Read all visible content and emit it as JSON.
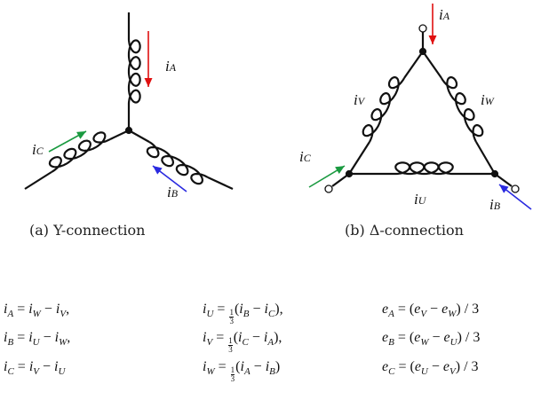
{
  "y_connection": {
    "caption": "(a) Y-connection",
    "labels": [
      {
        "v": "i",
        "s": "A"
      },
      {
        "v": "i",
        "s": "B"
      },
      {
        "v": "i",
        "s": "C"
      }
    ]
  },
  "delta_connection": {
    "caption": "(b) Δ-connection",
    "labels": [
      {
        "v": "i",
        "s": "A"
      },
      {
        "v": "i",
        "s": "B"
      },
      {
        "v": "i",
        "s": "C"
      },
      {
        "v": "i",
        "s": "U"
      },
      {
        "v": "i",
        "s": "V"
      },
      {
        "v": "i",
        "s": "W"
      }
    ]
  },
  "colors": {
    "A": "#e01010",
    "B": "#2a2ae0",
    "C": "#1a9a40",
    "wire": "#111111"
  },
  "equations": [
    [
      [
        [
          "i",
          "A"
        ],
        "=",
        [
          "i",
          "W"
        ],
        "−",
        [
          "i",
          "V"
        ],
        ","
      ],
      [
        [
          "i",
          "B"
        ],
        "=",
        [
          "i",
          "U"
        ],
        "−",
        [
          "i",
          "W"
        ],
        ","
      ],
      [
        [
          "i",
          "C"
        ],
        "=",
        [
          "i",
          "V"
        ],
        "−",
        [
          "i",
          "U"
        ]
      ]
    ],
    [
      [
        [
          "i",
          "U"
        ],
        "=",
        {
          "frac": [
            "1",
            "3"
          ]
        },
        "(",
        [
          "i",
          "B"
        ],
        "−",
        [
          "i",
          "C"
        ],
        "),"
      ],
      [
        [
          "i",
          "V"
        ],
        "=",
        {
          "frac": [
            "1",
            "3"
          ]
        },
        "(",
        [
          "i",
          "C"
        ],
        "−",
        [
          "i",
          "A"
        ],
        "),"
      ],
      [
        [
          "i",
          "W"
        ],
        "=",
        {
          "frac": [
            "1",
            "3"
          ]
        },
        "(",
        [
          "i",
          "A"
        ],
        "−",
        [
          "i",
          "B"
        ],
        ")"
      ]
    ],
    [
      [
        [
          "e",
          "A"
        ],
        "=",
        "(",
        [
          "e",
          "V"
        ],
        "−",
        [
          "e",
          "W"
        ],
        ")",
        "/",
        "3"
      ],
      [
        [
          "e",
          "B"
        ],
        "=",
        "(",
        [
          "e",
          "W"
        ],
        "−",
        [
          "e",
          "U"
        ],
        ")",
        "/",
        "3"
      ],
      [
        [
          "e",
          "C"
        ],
        "=",
        "(",
        [
          "e",
          "U"
        ],
        "−",
        [
          "e",
          "V"
        ],
        ")",
        "/",
        "3"
      ]
    ]
  ]
}
